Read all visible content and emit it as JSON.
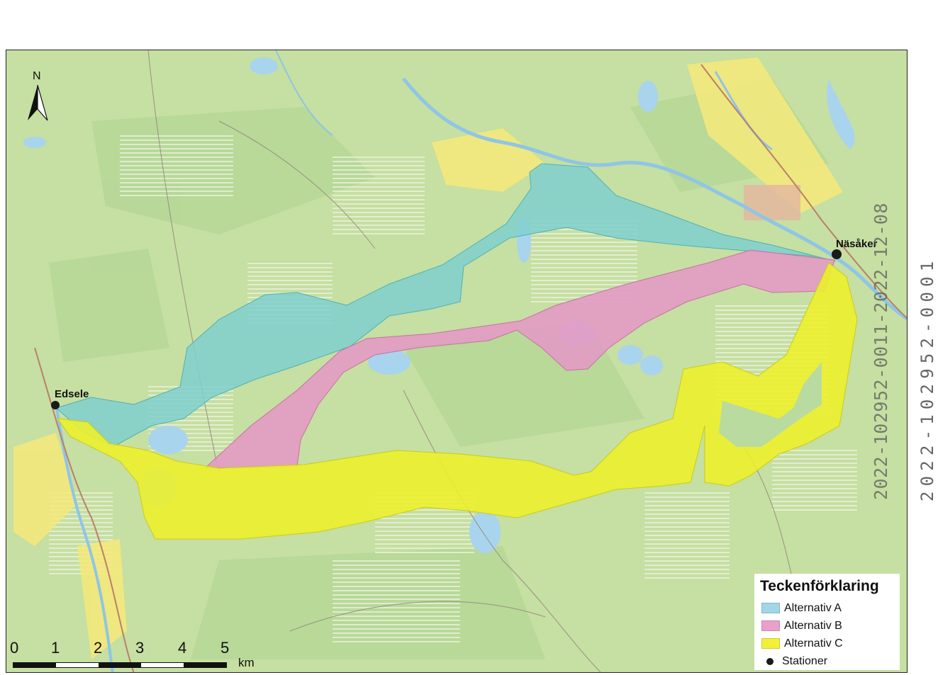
{
  "stations": [
    {
      "name": "Edsele"
    },
    {
      "name": "Näsåker"
    }
  ],
  "legend": {
    "title": "Teckenförklaring",
    "items": [
      {
        "label": "Alternativ A",
        "color": "#9fd6e8"
      },
      {
        "label": "Alternativ B",
        "color": "#e8a0cc"
      },
      {
        "label": "Alternativ C",
        "color": "#f2f03a"
      },
      {
        "label": "Stationer",
        "symbol": "black-dot"
      }
    ]
  },
  "scale": {
    "labels": [
      "0",
      "1",
      "2",
      "3",
      "4",
      "5"
    ],
    "unit": "km"
  },
  "north_arrow": {
    "label": "N"
  },
  "stamps": {
    "inner": "2022-102952-0011-2022-12-08",
    "outer": "2022-102952-0001"
  },
  "colors": {
    "corridor_a": "#7fd0cf",
    "corridor_b": "#e39ac4",
    "corridor_c": "#ecef2e",
    "water": "#a9d4ee",
    "land": "#c6dfa2",
    "forest": "#b2d694"
  }
}
